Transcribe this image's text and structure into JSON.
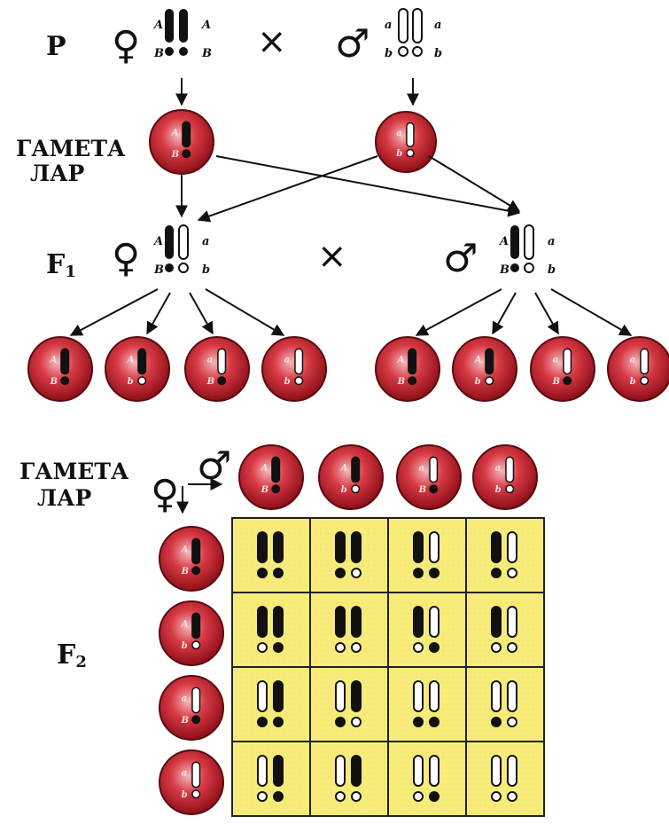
{
  "labels": {
    "p": "P",
    "gametes_top": [
      "ГАМЕТА",
      "ЛАР"
    ],
    "f1": "F",
    "f1_sub": "1",
    "gametes_grid": [
      "ГАМЕТА",
      "ЛАР"
    ],
    "f2": "F",
    "f2_sub": "2",
    "cross_sign": "×"
  },
  "symbols": {
    "female": "♀",
    "male": "♂"
  },
  "alleles": {
    "A": "A",
    "a": "a",
    "B": "B",
    "b": "b"
  },
  "colors": {
    "cell_red": "#c8202c",
    "cell_rim": "#6a0c12",
    "grid_fill": "#f7ec7a",
    "grid_line": "#222222",
    "chromosome_dark": "#111111"
  },
  "gametes": [
    {
      "first": "A",
      "second": "B"
    },
    {
      "first": "A",
      "second": "b"
    },
    {
      "first": "a",
      "second": "B"
    },
    {
      "first": "a",
      "second": "b"
    }
  ],
  "punnett": {
    "rows": [
      "AB",
      "Ab",
      "aB",
      "ab"
    ],
    "cols": [
      "AB",
      "Ab",
      "aB",
      "ab"
    ]
  }
}
